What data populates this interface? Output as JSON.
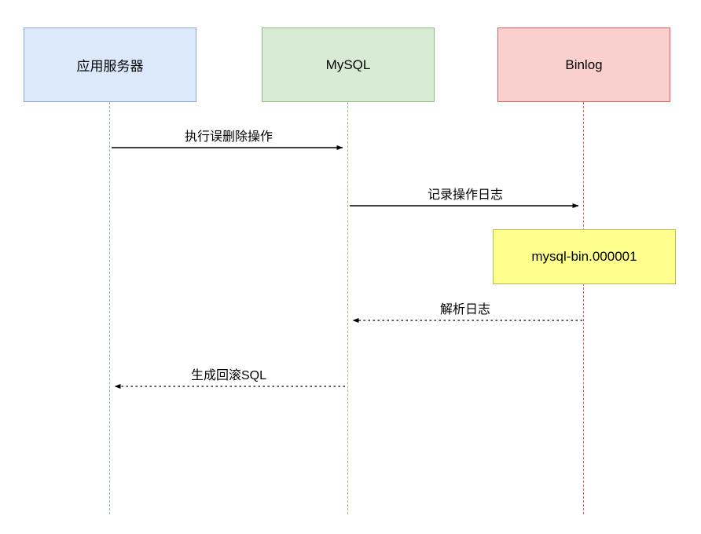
{
  "diagram": {
    "type": "sequence",
    "actors": [
      {
        "id": "app",
        "label": "应用服务器",
        "fill": "#dbe9fb",
        "stroke": "#8aa7cc",
        "lifeline_color": "#8aa7cc"
      },
      {
        "id": "mysql",
        "label": "MySQL",
        "fill": "#d7ebd5",
        "stroke": "#93bd82",
        "lifeline_color": "#93bd82"
      },
      {
        "id": "binlog",
        "label": "Binlog",
        "fill": "#f9d0ce",
        "stroke": "#e0615c",
        "lifeline_color": "#e0615c"
      }
    ],
    "messages": [
      {
        "label": "执行误删除操作",
        "from": "app",
        "to": "mysql",
        "line": "solid"
      },
      {
        "label": "记录操作日志",
        "from": "mysql",
        "to": "binlog",
        "line": "solid"
      },
      {
        "label": "解析日志",
        "from": "binlog",
        "to": "mysql",
        "line": "dotted"
      },
      {
        "label": "生成回滚SQL",
        "from": "mysql",
        "to": "app",
        "line": "dotted"
      }
    ],
    "note": {
      "label": "mysql-bin.000001",
      "fill": "#ffff8d",
      "stroke": "#b9b94e",
      "attached_to": "binlog"
    }
  }
}
